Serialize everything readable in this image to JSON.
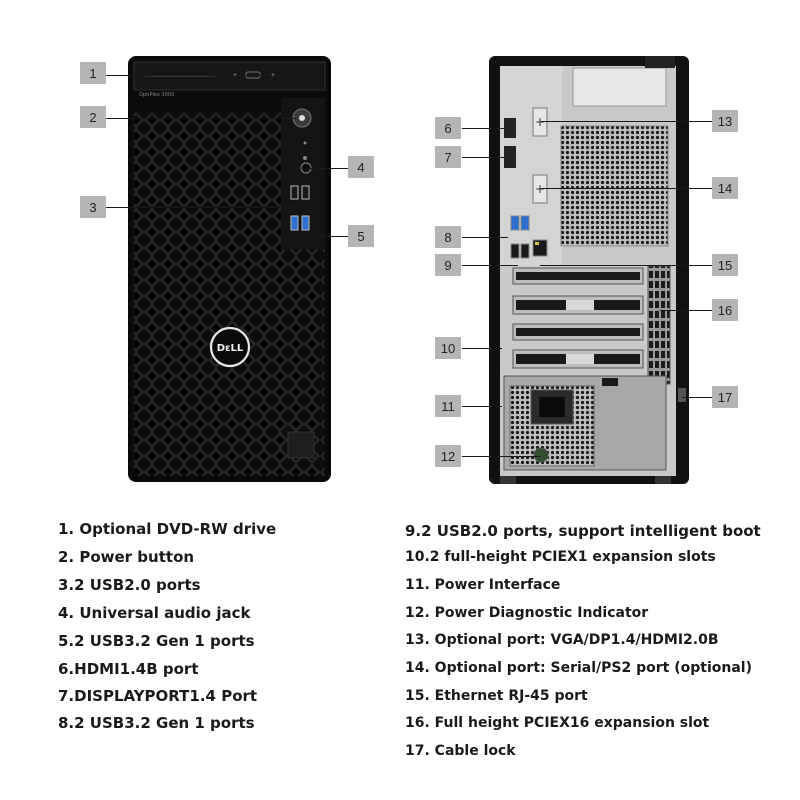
{
  "brand": {
    "front_model": "OptiPlex 3000",
    "logo_text": "DεLL"
  },
  "callouts": {
    "c1": "1",
    "c2": "2",
    "c3": "3",
    "c4": "4",
    "c5": "5",
    "c6": "6",
    "c7": "7",
    "c8": "8",
    "c9": "9",
    "c10": "10",
    "c11": "11",
    "c12": "12",
    "c13": "13",
    "c14": "14",
    "c15": "15",
    "c16": "16",
    "c17": "17"
  },
  "legend": {
    "left": [
      "1. Optional DVD-RW drive",
      "2. Power button",
      "3.2 USB2.0 ports",
      "4. Universal audio jack",
      "5.2 USB3.2 Gen 1 ports",
      "6.HDMI1.4B port",
      "7.DISPLAYPORT1.4 Port",
      "8.2 USB3.2 Gen 1 ports"
    ],
    "right": [
      "9.2 USB2.0 ports, support intelligent boot",
      "10.2 full-height PCIEX1 expansion slots",
      "11. Power Interface",
      "12. Power Diagnostic Indicator",
      "13. Optional port: VGA/DP1.4/HDMI2.0B",
      "14. Optional port: Serial/PS2 port (optional)",
      "15. Ethernet RJ-45 port",
      "16. Full height PCIEX16 expansion slot",
      "17. Cable lock"
    ]
  }
}
